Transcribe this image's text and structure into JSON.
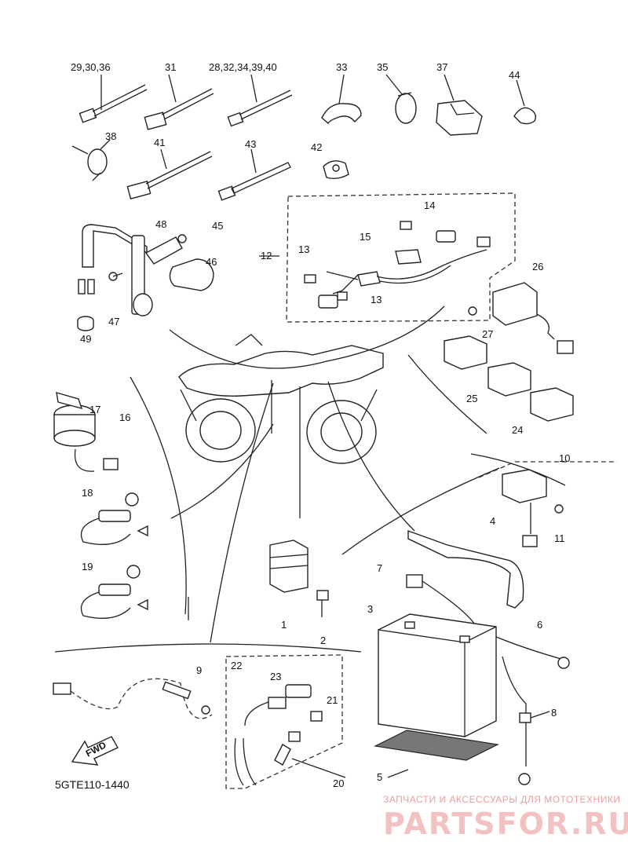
{
  "diagram_code": "5GTE110-1440",
  "fwd_label": "FWD",
  "watermark": {
    "tagline": "ЗАПЧАСТИ И АКСЕССУАРЫ ДЛЯ МОТОТЕХНИКИ",
    "brand": "PARTSFOR.RU"
  },
  "callouts": [
    {
      "id": "c-29-30-36",
      "text": "29,30,36"
    },
    {
      "id": "c-31",
      "text": "31"
    },
    {
      "id": "c-28-32",
      "text": "28,32,34,39,40"
    },
    {
      "id": "c-33",
      "text": "33"
    },
    {
      "id": "c-35",
      "text": "35"
    },
    {
      "id": "c-37",
      "text": "37"
    },
    {
      "id": "c-44",
      "text": "44"
    },
    {
      "id": "c-38",
      "text": "38"
    },
    {
      "id": "c-41",
      "text": "41"
    },
    {
      "id": "c-43",
      "text": "43"
    },
    {
      "id": "c-42",
      "text": "42"
    },
    {
      "id": "c-14",
      "text": "14"
    },
    {
      "id": "c-15",
      "text": "15"
    },
    {
      "id": "c-12",
      "text": "12"
    },
    {
      "id": "c-13a",
      "text": "13"
    },
    {
      "id": "c-13b",
      "text": "13"
    },
    {
      "id": "c-48",
      "text": "48"
    },
    {
      "id": "c-45",
      "text": "45"
    },
    {
      "id": "c-46",
      "text": "46"
    },
    {
      "id": "c-47",
      "text": "47"
    },
    {
      "id": "c-49",
      "text": "49"
    },
    {
      "id": "c-26",
      "text": "26"
    },
    {
      "id": "c-27",
      "text": "27"
    },
    {
      "id": "c-25",
      "text": "25"
    },
    {
      "id": "c-24",
      "text": "24"
    },
    {
      "id": "c-17",
      "text": "17"
    },
    {
      "id": "c-16",
      "text": "16"
    },
    {
      "id": "c-18",
      "text": "18"
    },
    {
      "id": "c-19",
      "text": "19"
    },
    {
      "id": "c-10",
      "text": "10"
    },
    {
      "id": "c-11",
      "text": "11"
    },
    {
      "id": "c-4",
      "text": "4"
    },
    {
      "id": "c-7",
      "text": "7"
    },
    {
      "id": "c-3",
      "text": "3"
    },
    {
      "id": "c-6",
      "text": "6"
    },
    {
      "id": "c-1",
      "text": "1"
    },
    {
      "id": "c-2",
      "text": "2"
    },
    {
      "id": "c-9",
      "text": "9"
    },
    {
      "id": "c-22",
      "text": "22"
    },
    {
      "id": "c-23",
      "text": "23"
    },
    {
      "id": "c-21",
      "text": "21"
    },
    {
      "id": "c-20",
      "text": "20"
    },
    {
      "id": "c-8",
      "text": "8"
    },
    {
      "id": "c-5",
      "text": "5"
    }
  ]
}
